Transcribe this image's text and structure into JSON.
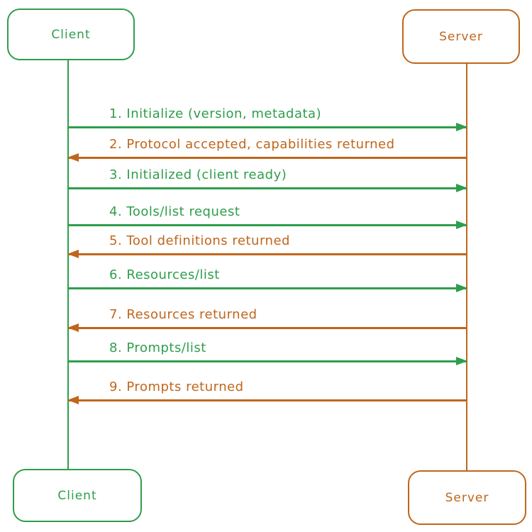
{
  "colors": {
    "green": "#2e9e4b",
    "orange": "#c0661c",
    "background": "#ffffff"
  },
  "actors": {
    "client_top": {
      "label": "Client"
    },
    "server_top": {
      "label": "Server"
    },
    "client_bottom": {
      "label": "Client"
    },
    "server_bottom": {
      "label": "Server"
    }
  },
  "messages": [
    {
      "label": "1. Initialize (version, metadata)",
      "from": "client",
      "to": "server",
      "color": "green"
    },
    {
      "label": "2. Protocol accepted, capabilities returned",
      "from": "server",
      "to": "client",
      "color": "orange"
    },
    {
      "label": "3. Initialized (client ready)",
      "from": "client",
      "to": "server",
      "color": "green"
    },
    {
      "label": "4. Tools/list request",
      "from": "client",
      "to": "server",
      "color": "green"
    },
    {
      "label": "5. Tool definitions returned",
      "from": "server",
      "to": "client",
      "color": "orange"
    },
    {
      "label": "6. Resources/list",
      "from": "client",
      "to": "server",
      "color": "green"
    },
    {
      "label": "7. Resources returned",
      "from": "server",
      "to": "client",
      "color": "orange"
    },
    {
      "label": "8. Prompts/list",
      "from": "client",
      "to": "server",
      "color": "green"
    },
    {
      "label": "9. Prompts returned",
      "from": "server",
      "to": "client",
      "color": "orange"
    }
  ]
}
